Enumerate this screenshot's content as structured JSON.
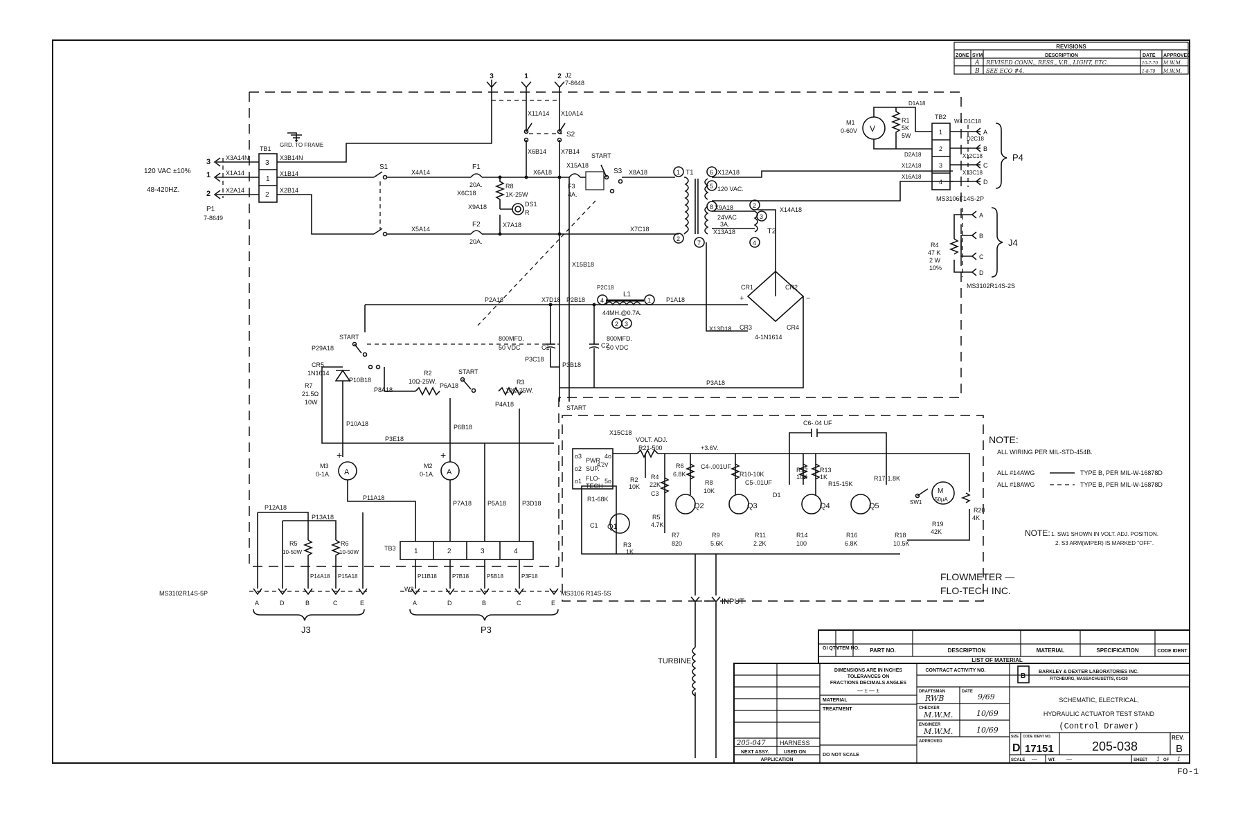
{
  "revisions": {
    "title": "REVISIONS",
    "headers": [
      "ZONE",
      "SYM",
      "DESCRIPTION",
      "DATE",
      "APPROVED"
    ],
    "rows": [
      {
        "zone": "",
        "sym": "A",
        "description": "REVISED CONN., RESS., V.R., LIGHT, ETC.",
        "date": "10-7-70",
        "approved": "M.W.M."
      },
      {
        "zone": "",
        "sym": "B",
        "description": "SEE ECO #4.",
        "date": "1-8-70",
        "approved": "M.W.M."
      }
    ]
  },
  "input": {
    "supply_line1": "120 VAC ±10%",
    "supply_line2": "48-420HZ.",
    "connector": "P1",
    "connector_pn": "7-8649",
    "pins": [
      "3",
      "1",
      "2"
    ],
    "wires": [
      "X3A14N",
      "X1A14",
      "X2A14"
    ]
  },
  "tb1": {
    "label": "TB1",
    "terminals": [
      "3",
      "1",
      "2"
    ],
    "wires": [
      "X3B14N",
      "X1B14",
      "X2B14"
    ],
    "ground": "GRD. TO FRAME"
  },
  "j2": {
    "label": "J2",
    "pn": "7-8648",
    "pins": [
      "3",
      "1",
      "2"
    ],
    "wires": [
      "X11A14",
      "X10A14"
    ]
  },
  "switches": {
    "s1": "S1",
    "s2": "S2",
    "s3": "S3",
    "start": "START"
  },
  "labels": {
    "x4": "X4A14",
    "x5": "X5A14",
    "f1": "F1",
    "f1v": "20A.",
    "f2": "F2",
    "f2v": "20A.",
    "x6c": "X6C18",
    "r8": "R8",
    "r8v": "1K-25W",
    "x9": "X9A18",
    "ds1": "DS1",
    "ds1c": "R",
    "x7a": "X7A18",
    "x6b": "X6B14",
    "x7b": "X7B14",
    "x6a": "X6A18",
    "x15a": "X15A18",
    "f3": "F3",
    "f3v": "4A.",
    "x8a": "X8A18",
    "x7c": "X7C18",
    "x15b": "X15B18",
    "x7d": "X7D18",
    "t1": "T1",
    "t1v": "120 VAC.",
    "x12": "X12A18",
    "x9b": "X9A18",
    "t2v1": "24VAC",
    "t2v2": "3A.",
    "x13": "X13A18",
    "x14": "X14A18",
    "t2": "T2",
    "x16": "X16A18",
    "x13d": "X13D18",
    "p2c": "P2C18",
    "l1": "L1",
    "l1v": "44MH.@0.7A.",
    "p1a": "P1A18",
    "p2b": "P2B18",
    "p2a": "P2A18",
    "cr1": "CR1",
    "cr2": "CR2",
    "cr3": "CR3",
    "cr4": "CR4",
    "bridge": "4-1N1614",
    "c1v1": "800MFD.",
    "c1v2": "50 VDC",
    "c1": "C1",
    "c2": "C2",
    "c2v1": "800MFD.",
    "c2v2": "50 VDC",
    "p3c": "P3C18",
    "p3b": "P3B18",
    "p3a": "P3A18",
    "p29": "P29A18",
    "cr5": "CR5",
    "cr5v": "1N1614",
    "r7": "R7",
    "r7v1": "21.5Ω",
    "r7v2": "10W",
    "p10": "P10A18",
    "p10b": "P10B18",
    "p8": "P8A18",
    "r2": "R2",
    "r2v": "10Ω-25W.",
    "p6a": "P6A18",
    "p6b": "P6B18",
    "r3": "R3",
    "r3v": "10Ω-25W.",
    "p4": "P4A18",
    "p3e": "P3E18",
    "m3": "M3",
    "m3v": "0-1A.",
    "m2": "M2",
    "m2v": "0-1A.",
    "p11": "P11A18",
    "p7": "P7A18",
    "p5": "P5A18",
    "p3d": "P3D18",
    "p12": "P12A18",
    "p13": "P13A18",
    "r5": "R5",
    "r5v": "10-50W",
    "r6": "R6",
    "r6v": "10-50W",
    "p14": "P14A18",
    "p15": "P15A18",
    "x15c": "X15C18",
    "pwr1": "PWR.",
    "pwr2": "SUP.",
    "pwr3": "FLO-",
    "pwr4": "TECH",
    "pwr42": "4.2V",
    "voltadj": "VOLT. ADJ.",
    "r21": "R21-500",
    "v36": "+3.6V.",
    "r1": "R1-68K",
    "r2f": "R2",
    "r2fv": "10K",
    "r4f": "R4",
    "r4fv": "22K",
    "c3": "C3",
    "r6f": "R6",
    "r6fv": "6.8K",
    "c4": "C4-.001UF",
    "r8f": "R8",
    "r8fv": "10K",
    "r10": "R10-10K",
    "c5": "C5-.01UF",
    "d1": "D1",
    "c6": "C6-.04 UF",
    "r12": "R12",
    "r12v": "10K",
    "r13": "R13",
    "r13v": "1K",
    "r15": "R15-15K",
    "r17": "R17-1.8K",
    "m": "M",
    "mv": "50μA",
    "sw1": "SW1",
    "r20": "R20",
    "r20v": "4K",
    "r19": "R19",
    "r19v": "42K",
    "c1f": "C1",
    "q1": "Q1",
    "q2": "Q2",
    "q3": "Q3",
    "q4": "Q4",
    "q5": "Q5",
    "r3f": "R3",
    "r3fv": "1K",
    "r5f": "R5",
    "r5fv": "4.7K",
    "r7f": "R7",
    "r7fv": "820",
    "r9": "R9",
    "r9v": "5.6K",
    "r11": "R11",
    "r11v": "2.2K",
    "r14": "R14",
    "r14v": "100",
    "r16": "R16",
    "r16v": "6.8K",
    "r18": "R18",
    "r18v": "10.5K",
    "flow1": "FLOWMETER —",
    "flow2": "FLO-TECH INC.",
    "input": "INPUT",
    "turbine": "TURBINE",
    "m1": "M1",
    "m1v": "0-60V",
    "vsym": "V",
    "asym": "A",
    "r1r": "R1",
    "r1rv1": "5K",
    "r1rv2": "5W",
    "d1a": "D1A18",
    "d2a": "D2A18",
    "tb2": "TB2",
    "w4": "W4",
    "d1c": "D1C18",
    "d2c": "D2C18",
    "x12c": "X12C18",
    "x13c": "X13C18",
    "p4c": "P4",
    "p4pn": "MS3106F14S-2P",
    "j4": "J4",
    "j4pn": "MS3102R14S-2S",
    "r4r": "R4",
    "r4rv1": "47 K",
    "r4rv2": "2 W",
    "r4rv3": "10%",
    "tb3": "TB3",
    "p11b": "P11B18",
    "p7b": "P7B18",
    "p5b": "P5B18",
    "p3f": "P3F18",
    "w3": "W3",
    "j3": "J3",
    "j3pn": "MS3102R14S-5P",
    "p3": "P3",
    "p3pn": "MS3106 R14S-5S"
  },
  "tb2": {
    "terminals": [
      "1",
      "2",
      "3",
      "4"
    ],
    "wires_in": [
      "D1A18",
      "D2A18",
      "X12A18",
      "X16A18"
    ]
  },
  "p4_pins": [
    "A",
    "B",
    "C",
    "D"
  ],
  "j4_pins": [
    "A",
    "B",
    "C",
    "D"
  ],
  "tb3_terminals": [
    "1",
    "2",
    "3",
    "4"
  ],
  "j3_pins": [
    "A",
    "D",
    "B",
    "C",
    "E"
  ],
  "p3_pins": [
    "A",
    "D",
    "B",
    "C",
    "E"
  ],
  "notes": {
    "note1_title": "NOTE:",
    "note1_line": "ALL WIRING PER MIL-STD-454B.",
    "awg14": "ALL #14AWG",
    "awg14_spec": "TYPE B, PER MIL-W-16878D",
    "awg18": "ALL #18AWG",
    "awg18_spec": "TYPE B, PER MIL-W-16878D",
    "note2_title": "NOTE:",
    "note2_line1": "1. SW1 SHOWN IN VOLT. ADJ. POSITION.",
    "note2_line2": "2. S3 ARM(WIPER) IS MARKED \"OFF\"."
  },
  "title_block": {
    "bom_headers": [
      "GI QTY",
      "ITEM NO.",
      "PART NO.",
      "DESCRIPTION",
      "MATERIAL",
      "SPECIFICATION",
      "CODE IDENT"
    ],
    "list_of_material": "LIST OF MATERIAL",
    "dims": [
      "DIMENSIONS ARE IN INCHES",
      "TOLERANCES ON",
      "FRACTIONS DECIMALS ANGLES"
    ],
    "tolerances": "—  ±  —  ±",
    "material": "MATERIAL",
    "treatment": "TREATMENT",
    "do_not_scale": "DO NOT SCALE",
    "contract": "CONTRACT ACTIVITY NO.",
    "draftsman_label": "DRAFTSMAN",
    "draftsman": "RWB",
    "date_label": "DATE",
    "draftsman_date": "9/69",
    "checker_label": "CHECKER",
    "checker": "M.W.M.",
    "checker_date": "10/69",
    "engineer_label": "ENGINEER",
    "engineer": "M.W.M.",
    "engineer_date": "10/69",
    "approved": "APPROVED",
    "company1": "BARKLEY & DEXTER LABORATORIES INC.",
    "company2": "FITCHBURG, MASSACHUSETTS, 01420",
    "title1": "SCHEMATIC, ELECTRICAL,",
    "title2": "HYDRAULIC ACTUATOR TEST STAND",
    "title3": "(Control Drawer)",
    "size_label": "SIZE",
    "size": "D",
    "code_label": "CODE IDENT NO.",
    "code": "17151",
    "dwg_no": "205-038",
    "rev_label": "REV.",
    "rev": "B",
    "scale_label": "SCALE",
    "scale": "—",
    "wt_label": "WT.",
    "wt": "—",
    "sheet_label": "SHEET",
    "sheet": "1",
    "of_label": "OF",
    "of": "1",
    "next_assy": "205-047",
    "used_on": "HARNESS",
    "next_assy_label": "NEXT ASSY.",
    "used_on_label": "USED ON",
    "application": "APPLICATION"
  },
  "footer": "FO-1"
}
